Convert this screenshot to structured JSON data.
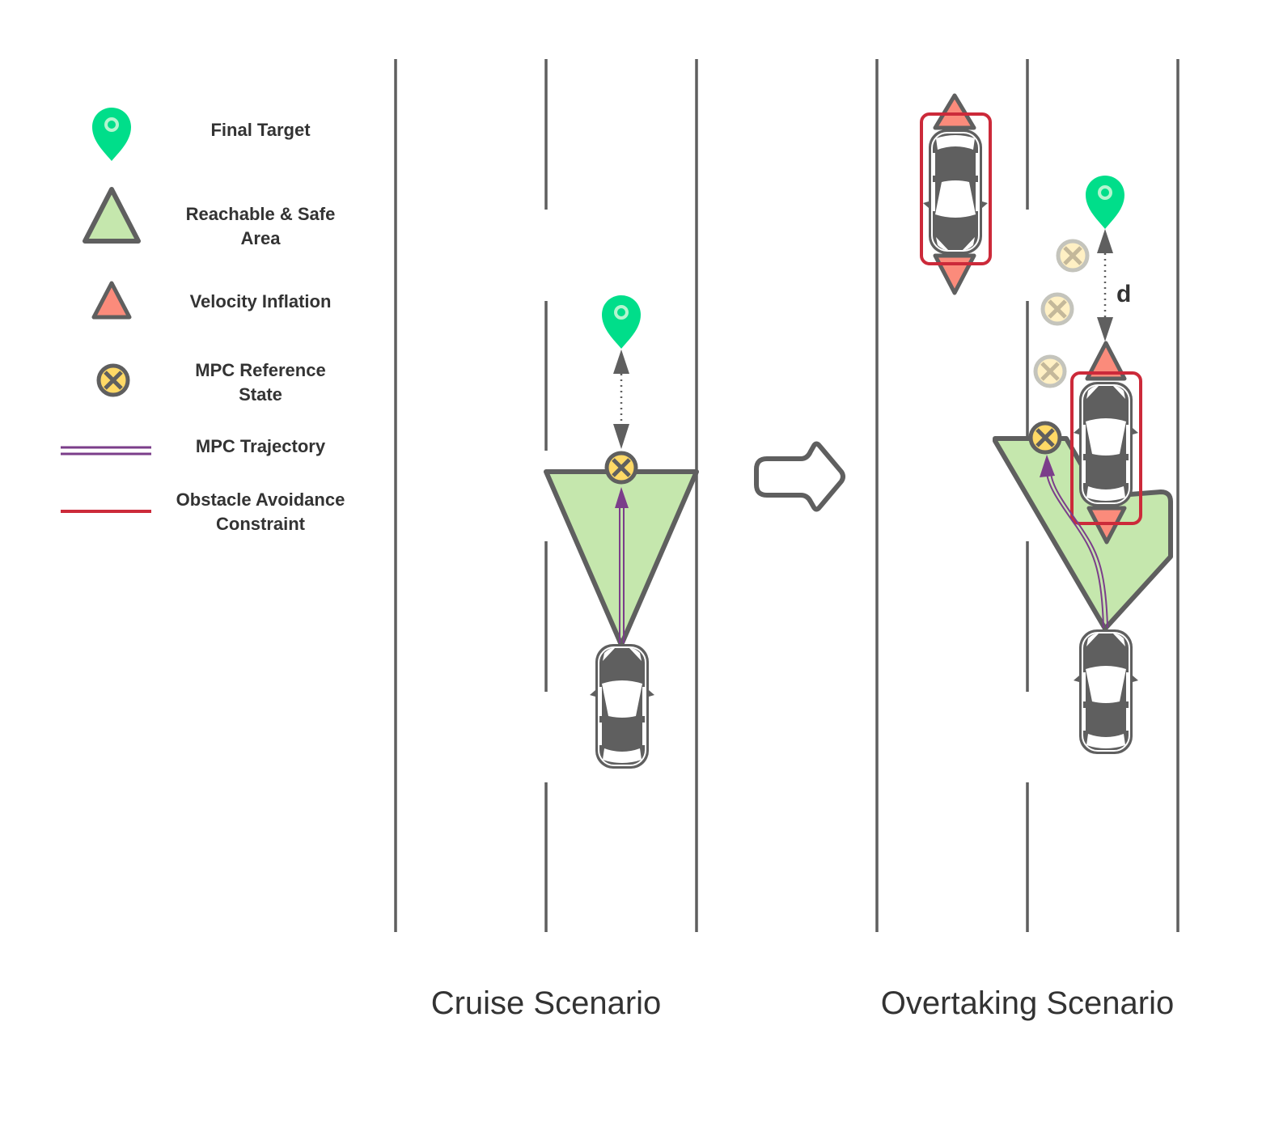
{
  "colors": {
    "road_line": "#5f5f5f",
    "target_green": "#00de8a",
    "target_inner": "#b4f5cf",
    "safe_area_fill": "#c5e7ad",
    "velocity_fill": "#fb8b7b",
    "ref_state_fill": "#ffd966",
    "ref_state_faded_fill": "#fff0c4",
    "ref_state_faded_stroke": "#c4c4bc",
    "trajectory_purple": "#7b3e8a",
    "constraint_red": "#cc2a3a",
    "outline_gray": "#5f5f5f",
    "text": "#333333"
  },
  "legend": {
    "items": [
      {
        "icon": "map-pin-icon",
        "label": "Final Target"
      },
      {
        "icon": "green-triangle-icon",
        "label": "Reachable & Safe\nArea"
      },
      {
        "icon": "red-triangle-icon",
        "label": "Velocity Inflation"
      },
      {
        "icon": "crossed-circle-icon",
        "label": "MPC Reference\nState"
      },
      {
        "icon": "double-line-icon",
        "label": "MPC Trajectory"
      },
      {
        "icon": "red-line-icon",
        "label": "Obstacle Avoidance\nConstraint"
      }
    ]
  },
  "scenarios": {
    "cruise": {
      "caption": "Cruise Scenario"
    },
    "overtaking": {
      "caption": "Overtaking Scenario",
      "distance_label": "d"
    }
  },
  "transition_arrow": "right-arrow-icon"
}
